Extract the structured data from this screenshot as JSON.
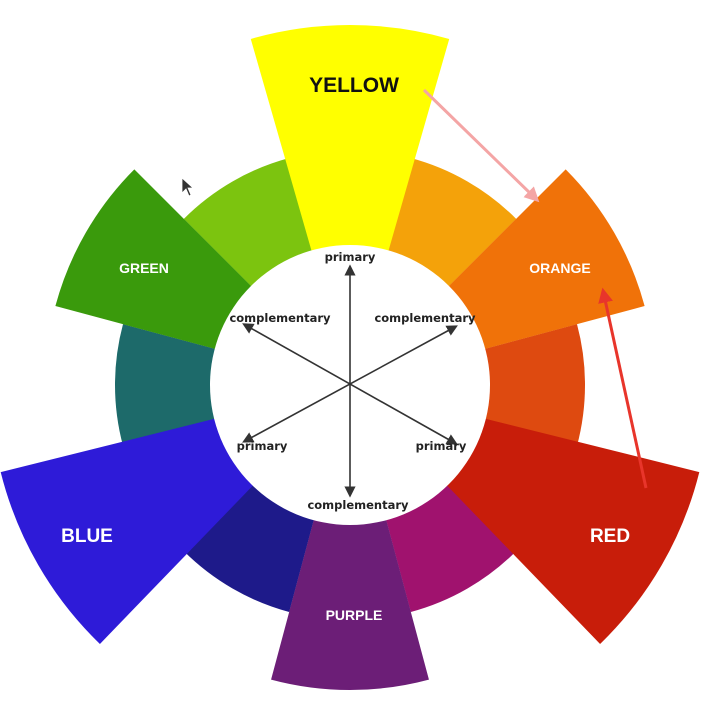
{
  "primary_colors": {
    "yellow": {
      "label": "YELLOW",
      "color": "#ffff00"
    },
    "red": {
      "label": "RED",
      "color": "#c81d0a"
    },
    "blue": {
      "label": "BLUE",
      "color": "#2e1bd8"
    }
  },
  "secondary_colors": {
    "orange": {
      "label": "ORANGE",
      "color": "#f07209"
    },
    "green": {
      "label": "GREEN",
      "color": "#3a9a0c"
    },
    "purple": {
      "label": "PURPLE",
      "color": "#6c1e77"
    }
  },
  "tertiary_ring_colors": {
    "yellow_orange": "#f4a20a",
    "red_orange": "#de4a10",
    "red_purple": "#a0126e",
    "blue_purple": "#1e1a8a",
    "blue_green": "#1d6a6a",
    "yellow_green": "#7cc40f"
  },
  "center": {
    "top_label": "primary",
    "left_bottom_label": "primary",
    "right_bottom_label": "primary",
    "left_top_label": "complementary",
    "right_top_label": "complementary",
    "bottom_label": "complementary"
  },
  "annotations": {
    "arrow_color_light": "#f4a5a5",
    "arrow_color_red": "#e8352b"
  }
}
